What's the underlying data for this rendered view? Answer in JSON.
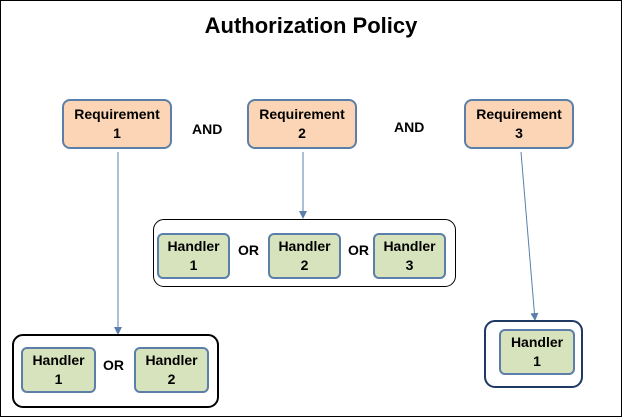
{
  "title": "Authorization Policy",
  "requirements": [
    {
      "label": "Requirement",
      "number": "1"
    },
    {
      "label": "Requirement",
      "number": "2"
    },
    {
      "label": "Requirement",
      "number": "3"
    }
  ],
  "and_operators": [
    "AND",
    "AND"
  ],
  "groups": {
    "requirement_2": {
      "handlers": [
        {
          "label": "Handler",
          "number": "1"
        },
        {
          "label": "Handler",
          "number": "2"
        },
        {
          "label": "Handler",
          "number": "3"
        }
      ],
      "operators": [
        "OR",
        "OR"
      ]
    },
    "requirement_1": {
      "handlers": [
        {
          "label": "Handler",
          "number": "1"
        },
        {
          "label": "Handler",
          "number": "2"
        }
      ],
      "operators": [
        "OR"
      ]
    },
    "requirement_3": {
      "handlers": [
        {
          "label": "Handler",
          "number": "1"
        }
      ]
    }
  },
  "colors": {
    "requirement_fill": "#fbd5b5",
    "handler_fill": "#d6e3bc",
    "box_border": "#5b7fa8",
    "arrow": "#5b7fa8"
  }
}
